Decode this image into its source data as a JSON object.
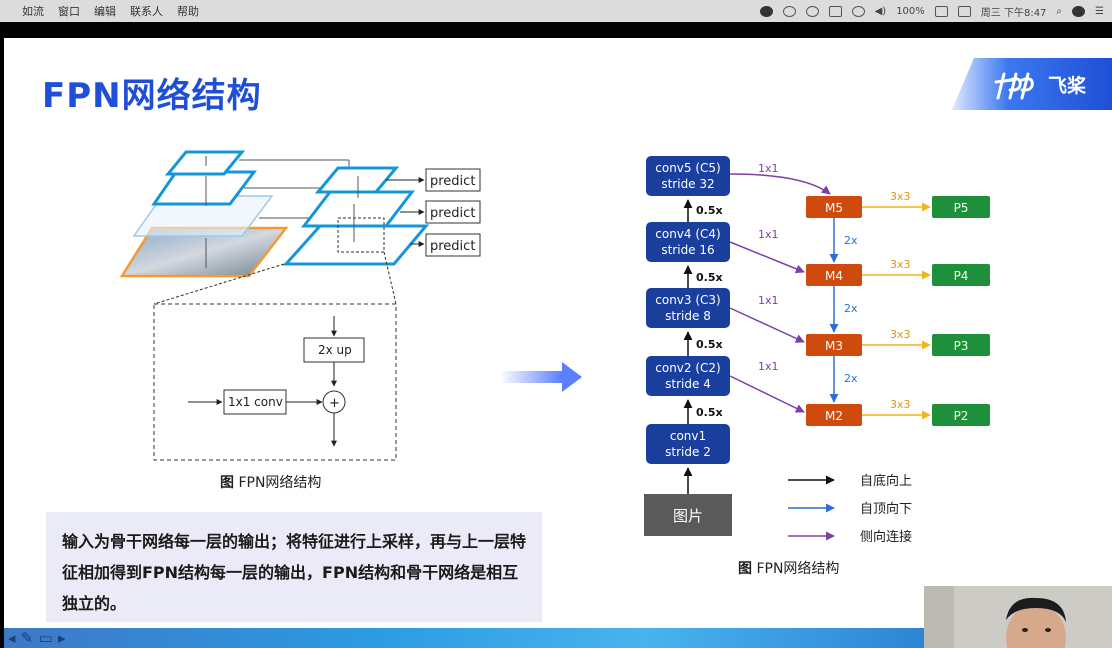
{
  "menubar": {
    "app_items": [
      "如流",
      "窗口",
      "编辑",
      "联系人",
      "帮助"
    ],
    "battery": "100%",
    "clock": "周三 下午8:47"
  },
  "slide": {
    "title": "FPN网络结构",
    "logo_text": "飞桨",
    "left_caption_prefix": "图",
    "left_caption": " FPN网络结构",
    "right_caption_prefix": "图",
    "right_caption": " FPN网络结构",
    "description": "输入为骨干网络每一层的输出；将特征进行上采样，再与上一层特征相加得到FPN结构每一层的输出，FPN结构和骨干网络是相互独立的。"
  },
  "left_diagram": {
    "predict_labels": [
      "predict",
      "predict",
      "predict"
    ],
    "conv_label": "1x1 conv",
    "upsample_label": "2x up",
    "plus": "+"
  },
  "right_diagram": {
    "backbone": [
      {
        "name": "conv5 (C5)",
        "stride": "stride 32"
      },
      {
        "name": "conv4 (C4)",
        "stride": "stride 16"
      },
      {
        "name": "conv3 (C3)",
        "stride": "stride 8"
      },
      {
        "name": "conv2 (C2)",
        "stride": "stride 4"
      },
      {
        "name": "conv1",
        "stride": "stride 2"
      }
    ],
    "input_label": "图片",
    "down_ratio": [
      "0.5x",
      "0.5x",
      "0.5x",
      "0.5x"
    ],
    "lateral_label": [
      "1x1",
      "1x1",
      "1x1",
      "1x1"
    ],
    "top_down_label": [
      "2x",
      "2x",
      "2x"
    ],
    "smooth_label": [
      "3x3",
      "3x3",
      "3x3",
      "3x3"
    ],
    "m_nodes": [
      "M5",
      "M4",
      "M3",
      "M2"
    ],
    "p_nodes": [
      "P5",
      "P4",
      "P3",
      "P2"
    ],
    "legend": [
      "自底向上",
      "自顶向下",
      "侧向连接"
    ],
    "colors": {
      "backbone": "#1b3f9c",
      "m": "#cf4a0d",
      "p": "#1e8f3a",
      "input": "#5a5a5a",
      "lateral": "#7b3fa6",
      "topdown": "#2b6fd6",
      "smooth": "#f2b51d",
      "bottomup": "#111111"
    }
  }
}
